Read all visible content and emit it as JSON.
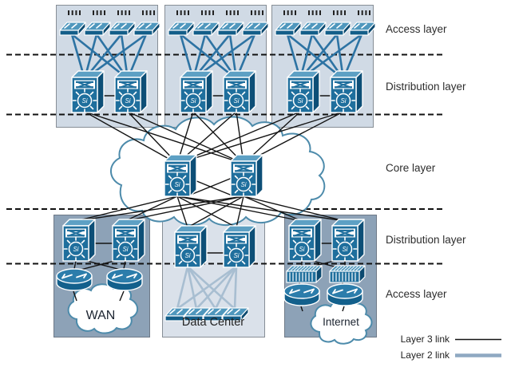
{
  "diagram": {
    "layer_labels": [
      {
        "text": "Access layer"
      },
      {
        "text": "Distribution layer"
      },
      {
        "text": "Core layer"
      },
      {
        "text": "Distribution layer"
      },
      {
        "text": "Access layer"
      }
    ],
    "clouds": {
      "wan_label": "WAN",
      "internet_label": "Internet"
    },
    "data_center_label": "Data Center",
    "legend": {
      "items": [
        {
          "label": "Layer 3 link",
          "color": "#141414"
        },
        {
          "label": "Layer 2 link",
          "color": "#8fa9c2"
        }
      ]
    },
    "icons": {
      "si_label": "Si"
    },
    "colors": {
      "device_blue": "#1f6f9d",
      "device_top_blue": "#5da0c4",
      "device_side_blue": "#0d4f77",
      "layer2_link": "#2d73a3",
      "layer3_link": "#141414",
      "data_center_link": "#a8bed1",
      "block_light": "#d0dae5",
      "block_dark": "#8da2b7",
      "cloud_outline": "#4d8bab"
    }
  }
}
